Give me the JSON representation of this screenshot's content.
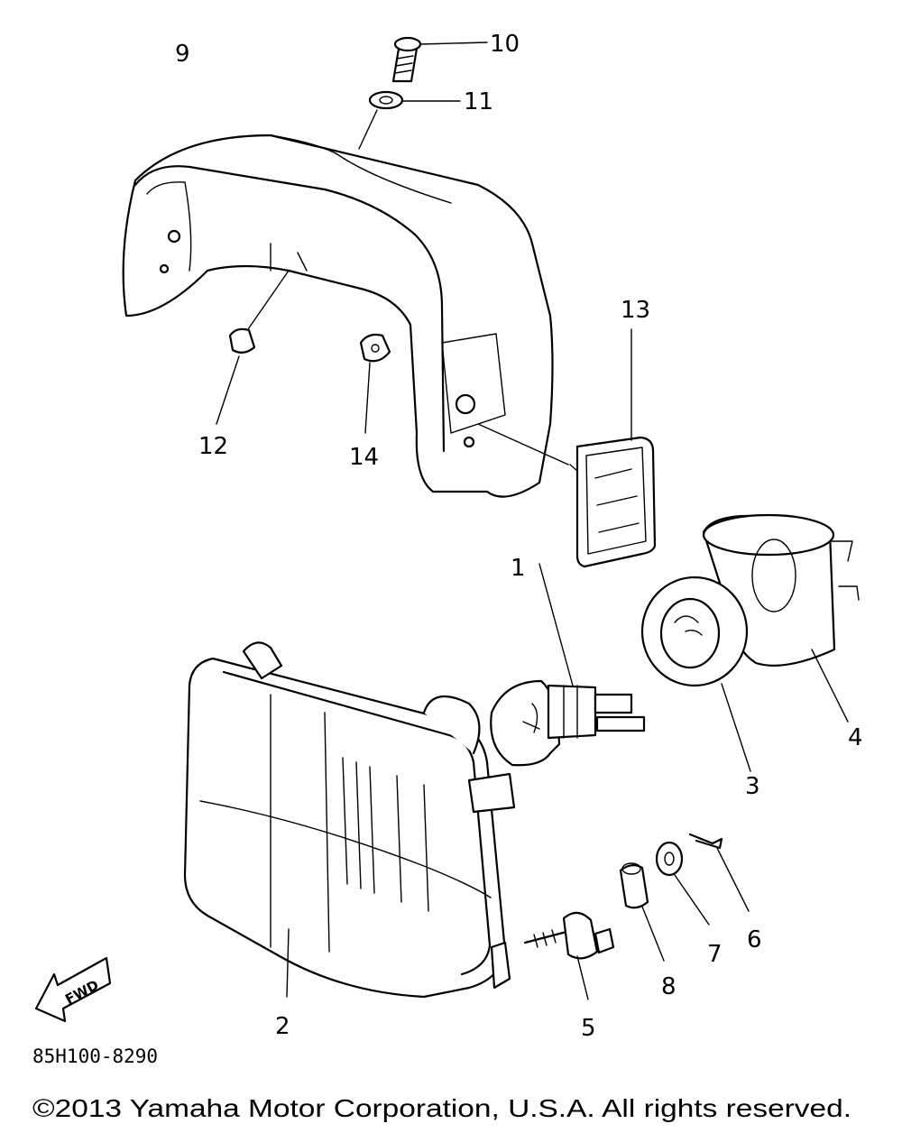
{
  "diagram": {
    "callouts": {
      "c1": "1",
      "c2": "2",
      "c3": "3",
      "c4": "4",
      "c5": "5",
      "c6": "6",
      "c7": "7",
      "c8": "8",
      "c9": "9",
      "c10": "10",
      "c11": "11",
      "c12": "12",
      "c13": "13",
      "c14": "14"
    },
    "direction_label": "FWD",
    "diagram_code": "85H100-8290",
    "copyright": "©2013 Yamaha Motor Corporation, U.S.A. All rights reserved."
  }
}
